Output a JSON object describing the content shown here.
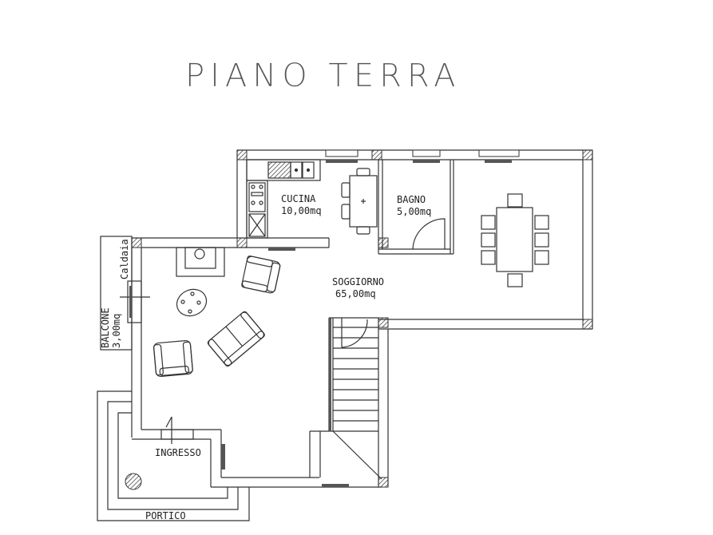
{
  "plan": {
    "title": "PIANO TERRA",
    "rooms": [
      {
        "id": "cucina",
        "name": "CUCINA",
        "area": "10,00mq"
      },
      {
        "id": "bagno",
        "name": "BAGNO",
        "area": "5,00mq"
      },
      {
        "id": "soggiorno",
        "name": "SOGGIORNO",
        "area": "65,00mq"
      },
      {
        "id": "balcone",
        "name": "BALCONE",
        "area": "3,00mq"
      },
      {
        "id": "ingresso",
        "name": "INGRESSO"
      },
      {
        "id": "portico",
        "name": "PORTICO"
      }
    ],
    "annotations": {
      "caldaia": "Caldaia"
    },
    "colors": {
      "line": "#333333",
      "window": "#555555",
      "background": "#ffffff"
    }
  }
}
